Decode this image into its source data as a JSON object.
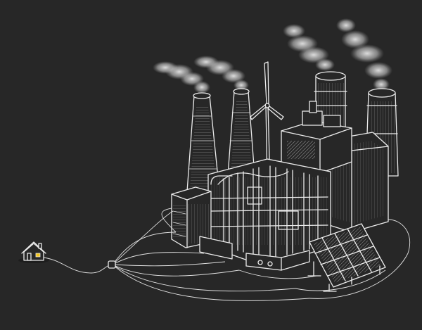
{
  "illustration": {
    "subject": "",
    "colors": {
      "background": "#272727",
      "line": "#ececec",
      "smoke": "#d8d8d8",
      "window_light": "#f2c418"
    },
    "elements": {
      "smokestacks": 4,
      "wind_turbines": 1,
      "solar_panels": 1,
      "houses": 1
    }
  }
}
